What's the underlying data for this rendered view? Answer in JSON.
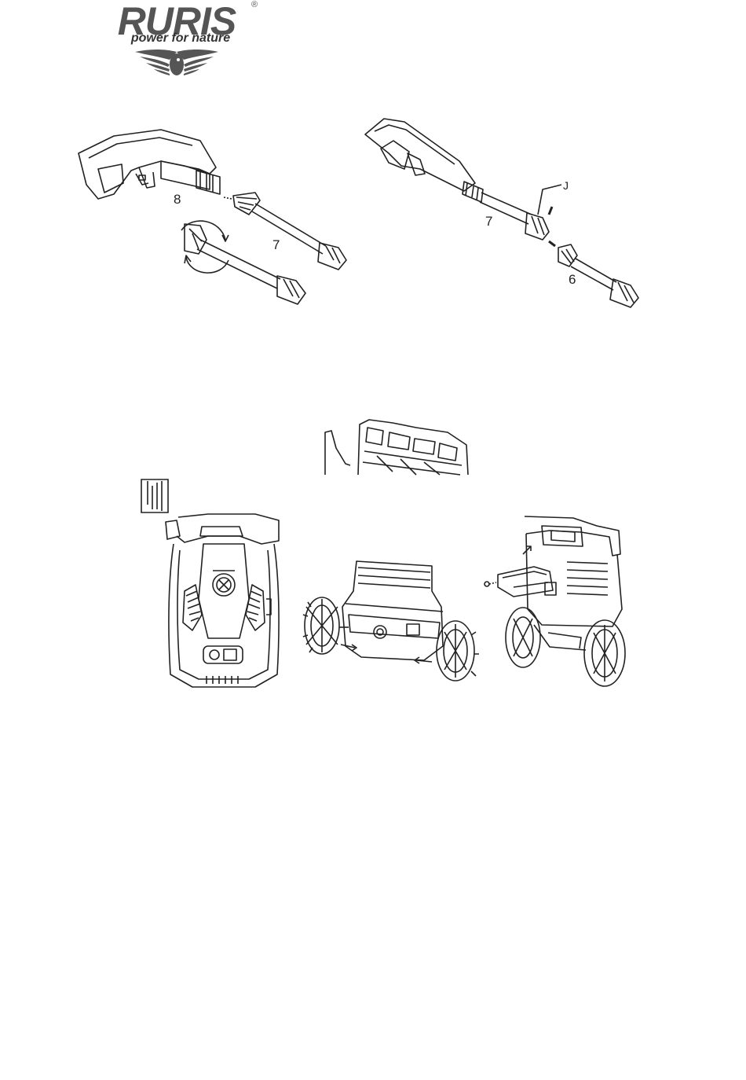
{
  "header": {
    "brand": "RURIS",
    "registered": "®",
    "tagline": "power for nature"
  },
  "figures": {
    "gun_assembly_label_gun": "8",
    "gun_assembly_label_lance": "7",
    "nozzle_assembly_label_lance": "7",
    "nozzle_assembly_label_nozzle": "6",
    "nozzle_assembly_label_j": "J"
  },
  "colors": {
    "line_art": "#222222",
    "logo_gray": "#555555"
  }
}
